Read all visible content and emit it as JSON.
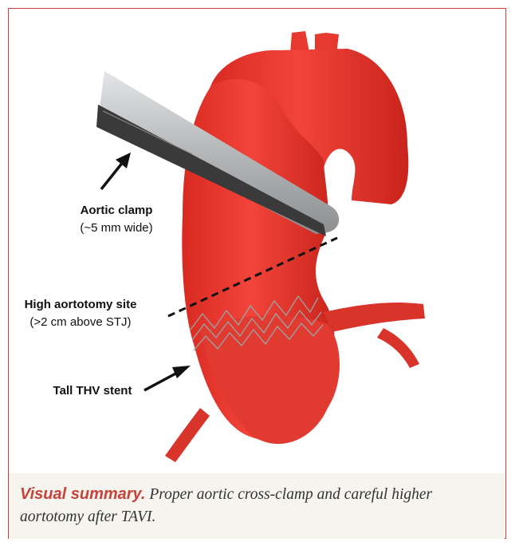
{
  "labels": {
    "aortic_clamp": {
      "title": "Aortic clamp",
      "detail": "(~5 mm wide)"
    },
    "aortotomy": {
      "title": "High aortotomy site",
      "detail": "(>2 cm above STJ)"
    },
    "stent": {
      "title": "Tall THV stent"
    }
  },
  "caption": {
    "title": "Visual summary.",
    "text": "Proper aortic cross-clamp and careful higher aortotomy after TAVI."
  },
  "colors": {
    "frame": "#c8423a",
    "aorta": "#ea3a2e",
    "clamp": "#b9bbbd",
    "caption_bg": "#f6f4ef"
  }
}
